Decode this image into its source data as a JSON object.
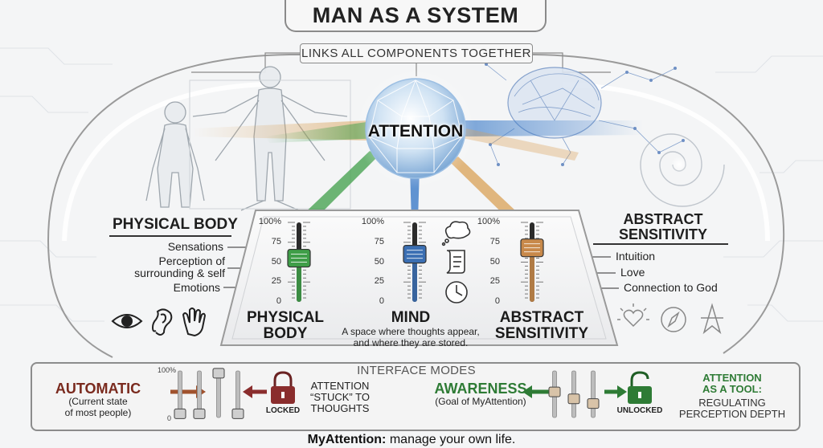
{
  "header": {
    "title": "MAN AS A SYSTEM",
    "subtitle": "LINKS ALL COMPONENTS TOGETHER"
  },
  "center": {
    "attention_label": "ATTENTION"
  },
  "physical_body": {
    "title": "PHYSICAL BODY",
    "items": [
      "Sensations",
      "Perception of\nsurrounding & self",
      "Emotions"
    ],
    "icons": [
      "eye-icon",
      "ear-icon",
      "hand-icon"
    ]
  },
  "abstract_sensitivity": {
    "title": "ABSTRACT\nSENSITIVITY",
    "items": [
      "Intuition",
      "Love",
      "Connection to God"
    ],
    "icons": [
      "heart-sun-icon",
      "compass-icon",
      "star-arrow-icon"
    ]
  },
  "panel": {
    "scale": [
      "100%",
      "75",
      "50",
      "25",
      "0"
    ],
    "sliders": [
      {
        "title": "PHYSICAL\nBODY",
        "level": 0.55,
        "color": "#3f9e48"
      },
      {
        "title": "MIND",
        "level": 0.6,
        "color": "#3b6fb3",
        "subtitle": "A space where thoughts appear,\nand where they are stored."
      },
      {
        "title": "ABSTRACT\nSENSITIVITY",
        "level": 0.68,
        "color": "#c8894a"
      }
    ],
    "mind_icons": [
      "thought-cloud-icon",
      "scroll-icon",
      "clock-icon"
    ]
  },
  "modes": {
    "title": "INTERFACE MODES",
    "automatic": {
      "title": "AUTOMATIC",
      "subtitle": "(Current state\nof most people)",
      "scale_top": "100%",
      "scale_bottom": "0",
      "levels": [
        0.08,
        0.08,
        0.95,
        0.08
      ],
      "lock_label": "LOCKED",
      "note": "ATTENTION\n“STUCK” TO\nTHOUGHTS"
    },
    "awareness": {
      "title": "AWARENESS",
      "subtitle": "(Goal of MyAttention)",
      "levels": [
        0.55,
        0.4,
        0.3
      ],
      "lock_label": "UNLOCKED",
      "note_title": "ATTENTION\nAS A TOOL:",
      "note": "REGULATING\nPERCEPTION DEPTH"
    }
  },
  "footer": {
    "brand": "MyAttention:",
    "tagline": " manage your own life."
  },
  "colors": {
    "green": "#3f9e48",
    "blue": "#3b6fb3",
    "orange": "#c8894a",
    "dark_red": "#8a2d2d",
    "dark_green": "#2e7b35"
  }
}
